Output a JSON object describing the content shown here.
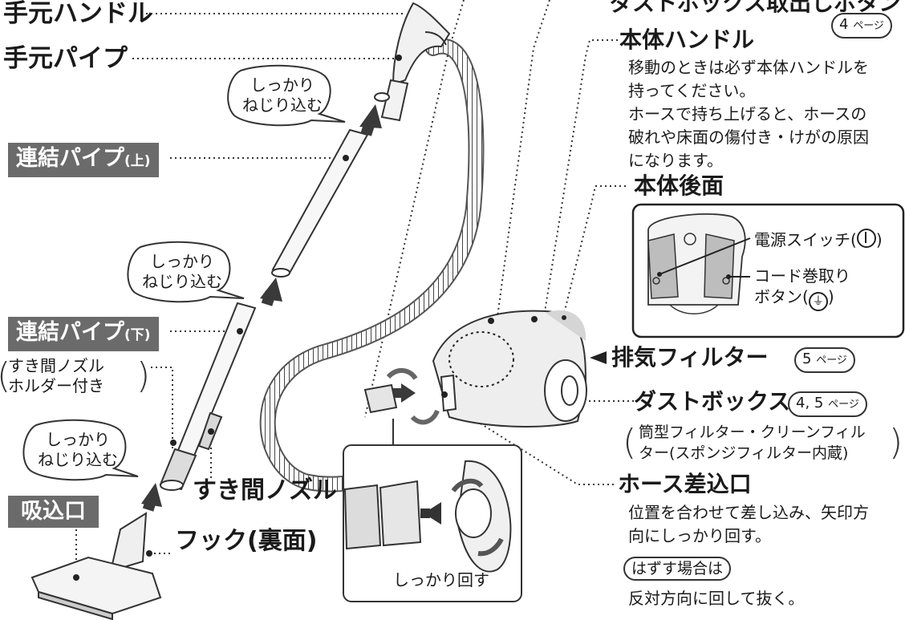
{
  "labels": {
    "handle": "手元ハンドル",
    "hand_pipe": "手元パイプ",
    "pipe_upper": "連結パイプ",
    "pipe_upper_suffix": "(上)",
    "pipe_lower": "連結パイプ",
    "pipe_lower_suffix": "(下)",
    "nozzle_holder_line1": "すき間ノズル",
    "nozzle_holder_line2": "ホルダー付き",
    "crevice_nozzle": "すき間ノズル",
    "hook": "フック(裏面)",
    "suction_inlet": "吸込口",
    "dust_removal_button": "ダストボックス取出しボタン",
    "body_handle": "本体ハンドル",
    "body_handle_note": [
      "移動のときは必ず本体ハンドルを",
      "持ってください。",
      "ホースで持ち上げると、ホースの",
      "破れや床面の傷付き・けがの原因",
      "になります。"
    ],
    "body_back": "本体後面",
    "power_switch": "電源スイッチ(",
    "power_switch_close": ")",
    "cord_rewind_1": "コード巻取り",
    "cord_rewind_2": "ボタン(",
    "cord_rewind_close": ")",
    "exhaust_filter": "排気フィルター",
    "dust_box": "ダストボックス",
    "dust_box_note_1": "筒型フィルター・クリーンフィル",
    "dust_box_note_2": "ター(スポンジフィルター内蔵)",
    "hose_inlet": "ホース差込口",
    "hose_inlet_note": [
      "位置を合わせて差し込み、矢印方",
      "向にしっかり回す。"
    ],
    "remove_tag": "はずす場合は",
    "remove_note": "反対方向に回して抜く。",
    "twist_note": "しっかり回す"
  },
  "bubbles": [
    [
      "しっかり",
      "ねじり込む"
    ],
    [
      "しっかり",
      "ねじり込む"
    ],
    [
      "しっかり",
      "ねじり込む"
    ]
  ],
  "page_refs": {
    "dust_button": {
      "num": "4",
      "suffix": "ページ"
    },
    "exhaust": {
      "num": "5",
      "suffix": "ページ"
    },
    "dust_box": {
      "num": "4, 5",
      "suffix": "ページ"
    }
  },
  "colors": {
    "label_box": "#6b6b6b",
    "body_fill": "#eeeeee",
    "line": "#333333",
    "arrow": "#3a3a3a"
  }
}
